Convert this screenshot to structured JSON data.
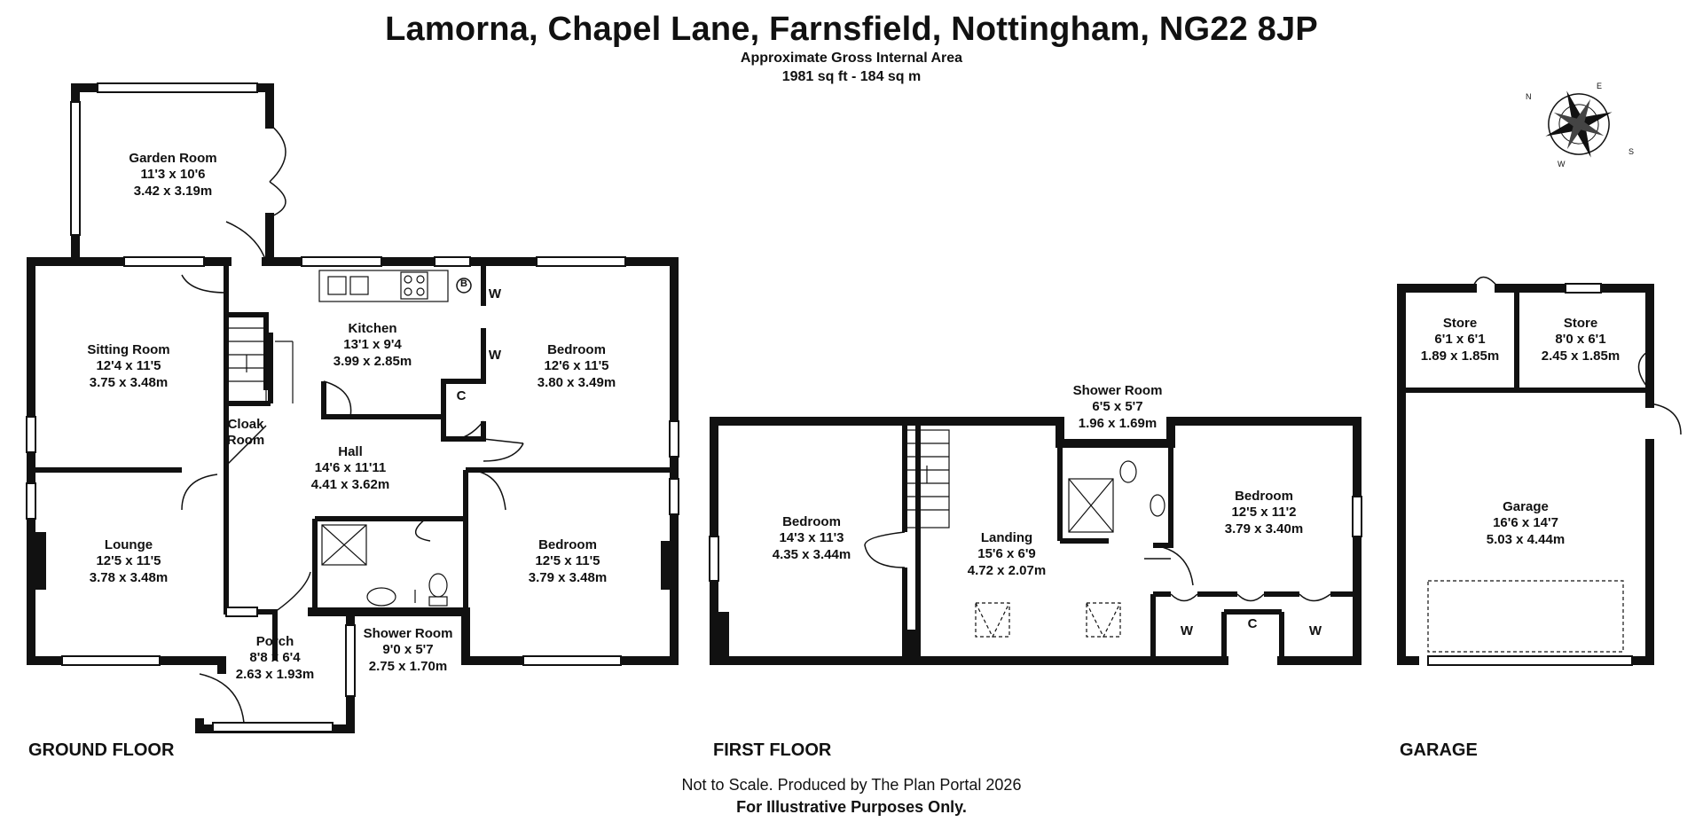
{
  "header": {
    "title": "Lamorna, Chapel Lane, Farnsfield, Nottingham, NG22 8JP",
    "area_label": "Approximate Gross Internal Area",
    "area_value": "1981 sq ft - 184 sq m"
  },
  "compass": {
    "n": "N",
    "e": "E",
    "s": "S",
    "w": "W"
  },
  "floors": {
    "ground": {
      "label": "GROUND FLOOR"
    },
    "first": {
      "label": "FIRST FLOOR"
    },
    "garage": {
      "label": "GARAGE"
    }
  },
  "rooms": {
    "garden_room": {
      "name": "Garden Room",
      "imperial": "11'3 x 10'6",
      "metric": "3.42 x 3.19m"
    },
    "sitting_room": {
      "name": "Sitting Room",
      "imperial": "12'4 x 11'5",
      "metric": "3.75 x 3.48m"
    },
    "kitchen": {
      "name": "Kitchen",
      "imperial": "13'1 x 9'4",
      "metric": "3.99 x 2.85m"
    },
    "bedroom_g1": {
      "name": "Bedroom",
      "imperial": "12'6 x 11'5",
      "metric": "3.80 x 3.49m"
    },
    "cloak": {
      "name1": "Cloak",
      "name2": "Room"
    },
    "hall": {
      "name": "Hall",
      "imperial": "14'6 x 11'11",
      "metric": "4.41 x 3.62m"
    },
    "lounge": {
      "name": "Lounge",
      "imperial": "12'5 x 11'5",
      "metric": "3.78 x 3.48m"
    },
    "bedroom_g2": {
      "name": "Bedroom",
      "imperial": "12'5 x 11'5",
      "metric": "3.79 x 3.48m"
    },
    "porch": {
      "name": "Porch",
      "imperial": "8'8 x 6'4",
      "metric": "2.63 x 1.93m"
    },
    "shower_g": {
      "name": "Shower Room",
      "imperial": "9'0 x 5'7",
      "metric": "2.75 x 1.70m"
    },
    "bedroom_f1": {
      "name": "Bedroom",
      "imperial": "14'3 x 11'3",
      "metric": "4.35 x 3.44m"
    },
    "landing": {
      "name": "Landing",
      "imperial": "15'6 x 6'9",
      "metric": "4.72 x 2.07m"
    },
    "shower_f": {
      "name": "Shower Room",
      "imperial": "6'5 x 5'7",
      "metric": "1.96 x 1.69m"
    },
    "bedroom_f2": {
      "name": "Bedroom",
      "imperial": "12'5 x 11'2",
      "metric": "3.79 x 3.40m"
    },
    "store1": {
      "name": "Store",
      "imperial": "6'1 x 6'1",
      "metric": "1.89 x 1.85m"
    },
    "store2": {
      "name": "Store",
      "imperial": "8'0 x 6'1",
      "metric": "2.45 x 1.85m"
    },
    "garage": {
      "name": "Garage",
      "imperial": "16'6 x 14'7",
      "metric": "5.03 x 4.44m"
    }
  },
  "units": {
    "w": "W",
    "c": "C",
    "b": "B"
  },
  "footer": {
    "line1": "Not to Scale. Produced by The Plan Portal 2026",
    "line2": "For Illustrative Purposes Only."
  }
}
